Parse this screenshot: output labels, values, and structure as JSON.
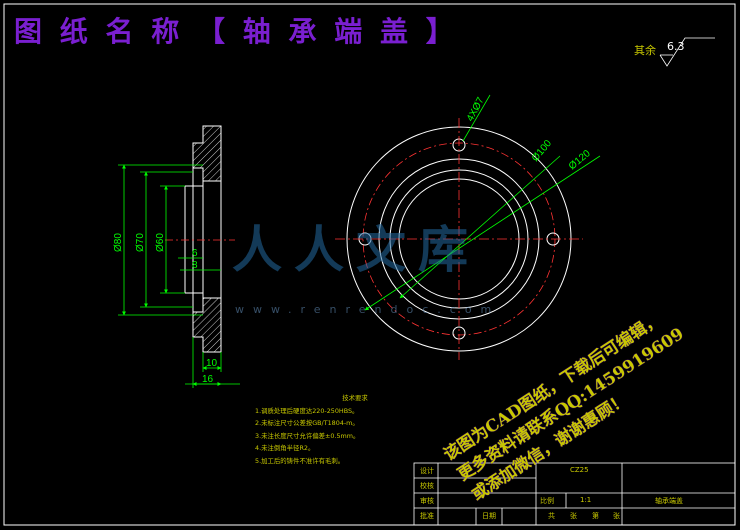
{
  "title": "图 纸 名 称 【  轴 承 端 盖 】",
  "roughness": {
    "label": "其余",
    "value": "6.3"
  },
  "dimensions": {
    "holes": "4XØ7",
    "pcd": "Ø100",
    "od": "Ø120",
    "d80": "Ø80",
    "d70": "Ø70",
    "d60": "Ø60",
    "w6": "6",
    "w8": "8",
    "w10": "10",
    "w16": "16"
  },
  "tech_notes": {
    "heading": "技术要求",
    "items": [
      "1.调质处理后硬度达220-250HBS。",
      "2.未标注尺寸公差按GB/T1804-m。",
      "3.未注长度尺寸允许偏差±0.5mm。",
      "4.未注倒角半径R2。",
      "5.加工后的铸件不准许有毛刺。"
    ]
  },
  "title_block": {
    "design": "设计",
    "check": "校核",
    "review": "审核",
    "approve": "批准",
    "date": "日期",
    "code": "CZ25",
    "scale_label": "比例",
    "scale": "1:1",
    "part_name": "轴承端盖",
    "total": "共",
    "sheet": "张",
    "no": "第",
    "sheet2": "张"
  },
  "watermark": {
    "brand": "人人文库",
    "url": "www.renrendoc.com",
    "lines": [
      "该图为CAD图纸，下载后可编辑，",
      "更多资料请联系QQ:1459919609",
      "或添加微信，谢谢惠顾！"
    ]
  }
}
